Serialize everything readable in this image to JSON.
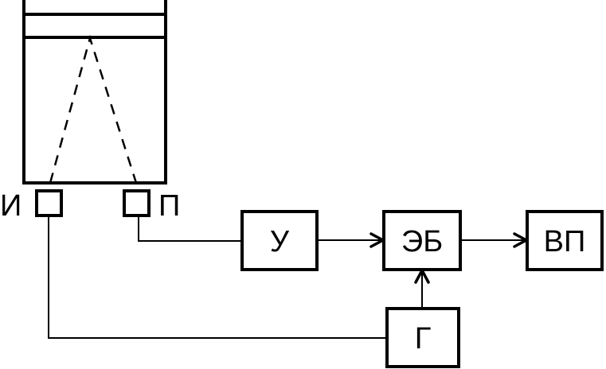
{
  "labels": {
    "emitter": "И",
    "receiver": "П",
    "amplifier": "У",
    "electronic_block": "ЭБ",
    "display": "ВП",
    "generator": "Г"
  }
}
